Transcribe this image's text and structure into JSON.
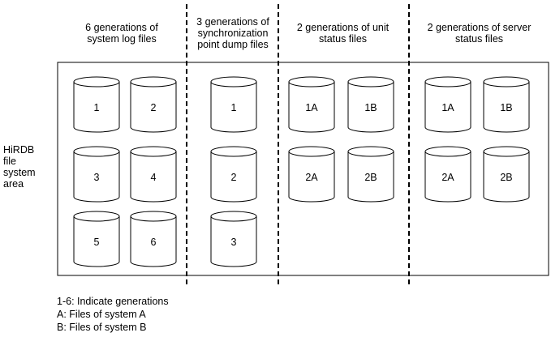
{
  "headers": [
    "6 generations of\nsystem log files",
    "3 generations of\nsynchronization\npoint dump files",
    "2 generations of unit\nstatus files",
    "2 generations of server\nstatus files"
  ],
  "side_label": "HiRDB\nfile\nsystem\narea",
  "columns": [
    {
      "id": "system-log",
      "labels": [
        "1",
        "2",
        "3",
        "4",
        "5",
        "6"
      ]
    },
    {
      "id": "sync-point-dump",
      "labels": [
        "1",
        "2",
        "3"
      ]
    },
    {
      "id": "unit-status",
      "labels": [
        "1A",
        "1B",
        "2A",
        "2B"
      ]
    },
    {
      "id": "server-status",
      "labels": [
        "1A",
        "1B",
        "2A",
        "2B"
      ]
    }
  ],
  "legend": [
    "1-6: Indicate generations",
    "A: Files of system A",
    "B: Files of system B"
  ],
  "colors": {
    "stroke": "#000000",
    "background": "#ffffff"
  }
}
